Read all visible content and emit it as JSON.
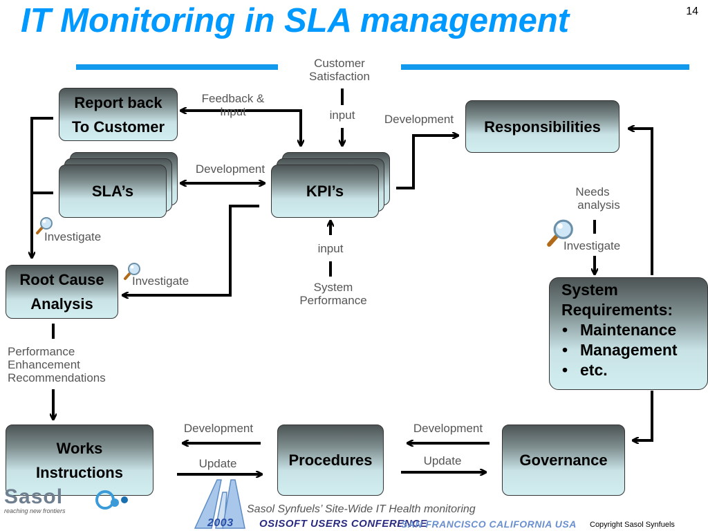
{
  "slide": {
    "title": "IT Monitoring in SLA management",
    "page_number": "14"
  },
  "boxes": {
    "report_back_line1": "Report back",
    "report_back_line2": "To Customer",
    "slas": "SLA’s",
    "kpis": "KPI’s",
    "responsibilities": "Responsibilities",
    "root_cause_line1": "Root Cause",
    "root_cause_line2": "Analysis",
    "works_line1": "Works",
    "works_line2": "Instructions",
    "procedures": "Procedures",
    "governance": "Governance"
  },
  "system_requirements": {
    "line1": "System",
    "line2": "Requirements:",
    "items": [
      "Maintenance",
      "Management",
      "etc."
    ]
  },
  "labels": {
    "customer_satisfaction_1": "Customer",
    "customer_satisfaction_2": "Satisfaction",
    "feedback_1": "Feedback &",
    "feedback_2": "Input",
    "input_top": "input",
    "development_resp": "Development",
    "development_sla": "Development",
    "needs_analysis_1": "Needs",
    "needs_analysis_2": "analysis",
    "investigate_left": "Investigate",
    "investigate_root": "Investigate",
    "investigate_right": "Investigate",
    "input_bottom": "input",
    "system_performance_1": "System",
    "system_performance_2": "Performance",
    "perf_rec_1": "Performance",
    "perf_rec_2": "Enhancement",
    "perf_rec_3": "Recommendations",
    "development_bl": "Development",
    "update_bl": "Update",
    "development_br": "Development",
    "update_br": "Update"
  },
  "footer": {
    "logo_text": "Sasol",
    "logo_tagline": "reaching new frontiers",
    "conference_year": "2003",
    "caption": "Sasol Synfuels’ Site-Wide IT Health monitoring",
    "conference": "OSISOFT USERS CONFERENCE",
    "location": "SAN FRANCISCO CALIFORNIA USA",
    "copyright": "Copyright Sasol Synfuels"
  },
  "colors": {
    "title": "#0099ff",
    "rule": "#1199ee",
    "box_top": "#4c5455",
    "box_bottom": "#d2eef0",
    "label": "#555555",
    "arrow": "#000000"
  },
  "icons": [
    "magnifier-icon",
    "arrow-icon"
  ]
}
